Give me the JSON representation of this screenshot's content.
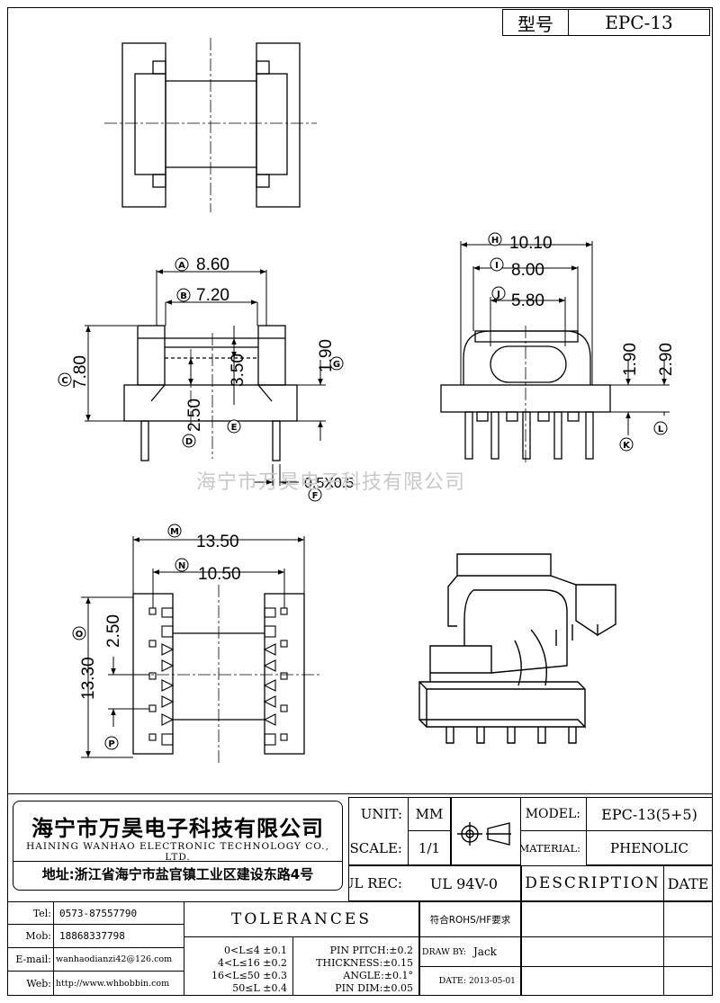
{
  "header": {
    "model_label": "型号",
    "model_value": "EPC-13"
  },
  "watermark": "海宁市万昊电子科技有限公司",
  "dimensions": {
    "A": "8.60",
    "B": "7.20",
    "C": "7.80",
    "D": "2.50",
    "E": "3.50",
    "F": "0.5X0.5",
    "G": "1.90",
    "H": "10.10",
    "I": "8.00",
    "J": "5.80",
    "K": "1.90",
    "L": "2.90",
    "M": "13.50",
    "N": "10.50",
    "O": "13.30",
    "P": "2.50"
  },
  "markers": [
    "A",
    "B",
    "C",
    "D",
    "E",
    "F",
    "G",
    "H",
    "I",
    "J",
    "K",
    "L",
    "M",
    "N",
    "O",
    "P"
  ],
  "company": {
    "name_cn": "海宁市万昊电子科技有限公司",
    "name_en": "HAINING WANHAO ELECTRONIC TECHNOLOGY CO., LTD.",
    "address": "地址:浙江省海宁市盐官镇工业区建设东路4号"
  },
  "title_block": {
    "unit_label": "UNIT:",
    "unit_value": "MM",
    "scale_label": "SCALE:",
    "scale_value": "1/1",
    "ulrec_label": "UL REC:",
    "ulrec_value": "UL 94V-0",
    "model_label": "MODEL:",
    "model_value": "EPC-13(5+5)",
    "material_label": "MATERIAL:",
    "material_value": "PHENOLIC",
    "description_label": "DESCRIPTION",
    "date_label": "DATE"
  },
  "contacts": {
    "tel_label": "Tel:",
    "tel_value": "0573-87557790",
    "mob_label": "Mob:",
    "mob_value": "18868337798",
    "email_label": "E-mail:",
    "email_value": "wanhaodianzi42@126.com",
    "web_label": "Web:",
    "web_value": "http://www.whbobbin.com"
  },
  "tolerances": {
    "title": "TOLERANCES",
    "ranges": [
      "0<L≤4 ±0.1",
      "4<L≤16 ±0.2",
      "16<L≤50 ±0.3",
      "50≤L ±0.4"
    ],
    "specs": [
      "PIN PITCH:±0.2",
      "THICKNESS:±0.15",
      "ANGLE:±0.1°",
      "PIN DIM:±0.05"
    ]
  },
  "compliance": "符合ROHS/HF要求",
  "draw_by_label": "DRAW BY:",
  "draw_by_value": "Jack",
  "date_field_label": "DATE:",
  "date_field_value": "2013-05-01"
}
